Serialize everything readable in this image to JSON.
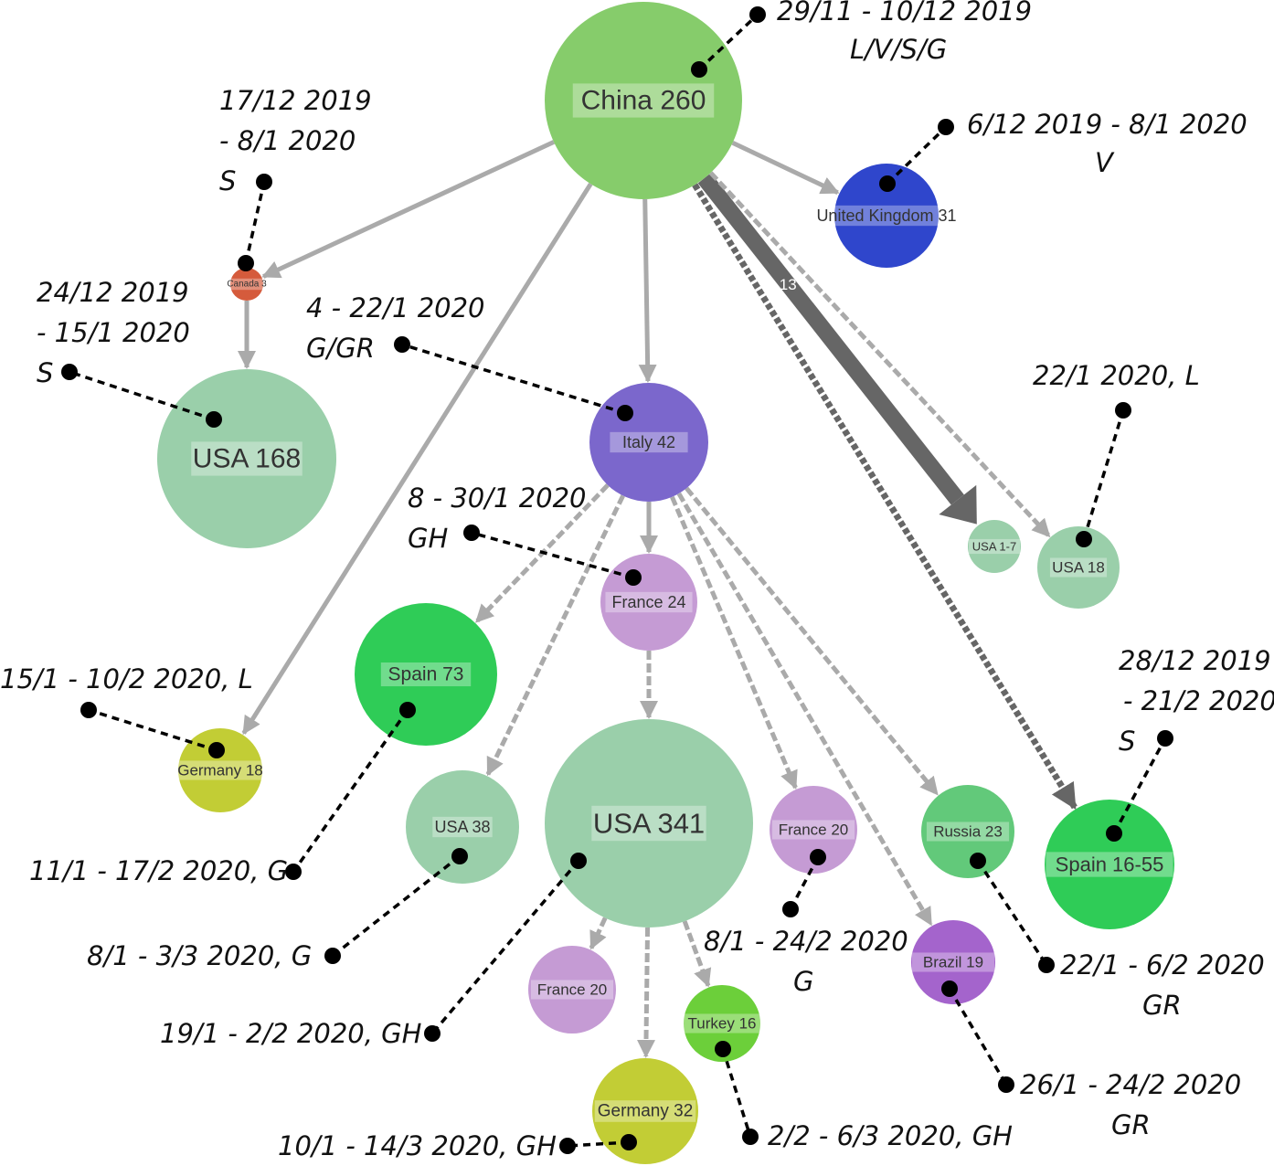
{
  "colors": {
    "china": "#86cc6b",
    "usa": "#9acfaa",
    "uk": "#2f46cc",
    "canada": "#d55b3c",
    "italy": "#7b67cc",
    "france": "#c59bd4",
    "spain": "#2fcc57",
    "germany": "#c2cd35",
    "russia": "#62c97a",
    "brazil": "#a464cc",
    "turkey": "#6ccf3a",
    "edge": "#aaaaaa",
    "edge_thick": "#666666",
    "dot": "#000000"
  },
  "nodes": [
    {
      "id": "china",
      "label": "China 260",
      "color": "china"
    },
    {
      "id": "uk",
      "label": "United Kingdom 31",
      "color": "uk"
    },
    {
      "id": "canada",
      "label": "Canada 3",
      "color": "canada"
    },
    {
      "id": "usa168",
      "label": "USA 168",
      "color": "usa"
    },
    {
      "id": "italy",
      "label": "Italy 42",
      "color": "italy"
    },
    {
      "id": "usa17",
      "label": "USA 1-7",
      "color": "usa"
    },
    {
      "id": "usa18",
      "label": "USA 18",
      "color": "usa"
    },
    {
      "id": "france24",
      "label": "France 24",
      "color": "france"
    },
    {
      "id": "spain73",
      "label": "Spain 73",
      "color": "spain"
    },
    {
      "id": "germany18",
      "label": "Germany 18",
      "color": "germany"
    },
    {
      "id": "usa38",
      "label": "USA 38",
      "color": "usa"
    },
    {
      "id": "usa341",
      "label": "USA 341",
      "color": "usa"
    },
    {
      "id": "france20a",
      "label": "France 20",
      "color": "france"
    },
    {
      "id": "russia23",
      "label": "Russia 23",
      "color": "russia"
    },
    {
      "id": "spain1655",
      "label": "Spain 16-55",
      "color": "spain"
    },
    {
      "id": "brazil19",
      "label": "Brazil 19",
      "color": "brazil"
    },
    {
      "id": "france20b",
      "label": "France 20",
      "color": "france"
    },
    {
      "id": "turkey16",
      "label": "Turkey 16",
      "color": "turkey"
    },
    {
      "id": "germany32",
      "label": "Germany 32",
      "color": "germany"
    }
  ],
  "edges": [
    {
      "from": "china",
      "to": "uk",
      "style": "solid"
    },
    {
      "from": "china",
      "to": "canada",
      "style": "solid"
    },
    {
      "from": "china",
      "to": "italy",
      "style": "solid"
    },
    {
      "from": "china",
      "to": "germany18",
      "style": "solid"
    },
    {
      "from": "china",
      "to": "usa17",
      "style": "thick",
      "label": "13"
    },
    {
      "from": "china",
      "to": "usa18",
      "style": "dashed"
    },
    {
      "from": "china",
      "to": "spain1655",
      "style": "dashed-dark"
    },
    {
      "from": "canada",
      "to": "usa168",
      "style": "solid"
    },
    {
      "from": "italy",
      "to": "france24",
      "style": "solid"
    },
    {
      "from": "italy",
      "to": "spain73",
      "style": "dashed"
    },
    {
      "from": "italy",
      "to": "usa38",
      "style": "dashed"
    },
    {
      "from": "italy",
      "to": "france20a",
      "style": "dashed"
    },
    {
      "from": "italy",
      "to": "brazil19",
      "style": "dashed"
    },
    {
      "from": "italy",
      "to": "russia23",
      "style": "dashed"
    },
    {
      "from": "france24",
      "to": "usa341",
      "style": "dashed"
    },
    {
      "from": "usa341",
      "to": "france20b",
      "style": "dashed"
    },
    {
      "from": "usa341",
      "to": "germany32",
      "style": "dashed"
    },
    {
      "from": "usa341",
      "to": "turkey16",
      "style": "dashed"
    }
  ],
  "annotations": [
    {
      "id": "china",
      "lines": [
        "29/11 - 10/12 2019",
        "L/V/S/G"
      ]
    },
    {
      "id": "uk",
      "lines": [
        "6/12 2019 - 8/1 2020",
        "V"
      ]
    },
    {
      "id": "canada",
      "lines": [
        "17/12 2019",
        "- 8/1 2020",
        "S"
      ]
    },
    {
      "id": "usa168",
      "lines": [
        "24/12 2019",
        "- 15/1 2020",
        "S"
      ]
    },
    {
      "id": "italy",
      "lines": [
        "4 - 22/1 2020",
        "G/GR"
      ]
    },
    {
      "id": "usa18",
      "lines": [
        "22/1 2020, L"
      ]
    },
    {
      "id": "france24",
      "lines": [
        "8 - 30/1 2020",
        "GH"
      ]
    },
    {
      "id": "germany18",
      "lines": [
        "15/1 - 10/2 2020, L"
      ]
    },
    {
      "id": "spain73",
      "lines": [
        "11/1 - 17/2 2020, G"
      ]
    },
    {
      "id": "usa38",
      "lines": [
        "8/1 - 3/3 2020, G"
      ]
    },
    {
      "id": "usa341",
      "lines": [
        "19/1 - 2/2 2020, GH"
      ]
    },
    {
      "id": "france20a",
      "lines": [
        "8/1 - 24/2 2020",
        "G"
      ]
    },
    {
      "id": "russia23",
      "lines": [
        "22/1 - 6/2 2020",
        "GR"
      ]
    },
    {
      "id": "spain1655",
      "lines": [
        "28/12 2019",
        "- 21/2 2020",
        "S"
      ]
    },
    {
      "id": "brazil19",
      "lines": [
        "26/1 - 24/2 2020",
        "GR"
      ]
    },
    {
      "id": "turkey16",
      "lines": [
        "2/2 - 6/3 2020, GH"
      ]
    },
    {
      "id": "germany32",
      "lines": [
        "10/1 - 14/3 2020, GH"
      ]
    }
  ]
}
